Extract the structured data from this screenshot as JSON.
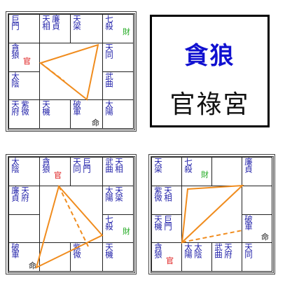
{
  "title": {
    "main": "貪狼",
    "sub": "官祿宮"
  },
  "colors": {
    "star_text": "#1f1fa8",
    "cai": "#22aa22",
    "guan": "#dd1111",
    "ming": "#111111",
    "triangle": "#f08c1e"
  },
  "charts": [
    {
      "id": "top",
      "cells": [
        {
          "stars": [
            "巨門"
          ]
        },
        {
          "stars": [
            "天相",
            "廉貞"
          ]
        },
        {
          "stars": [
            "天梁"
          ]
        },
        {
          "stars": [
            "七殺"
          ],
          "tag": {
            "kind": "cai",
            "text": "財"
          }
        },
        {
          "stars": [
            "貪狼"
          ],
          "tag": {
            "kind": "guan",
            "text": "官"
          }
        },
        null,
        null,
        {
          "stars": [
            "天同"
          ]
        },
        {
          "stars": [
            "太陰"
          ]
        },
        null,
        null,
        {
          "stars": [
            "武曲"
          ]
        },
        {
          "stars": [
            "天府",
            "紫微"
          ]
        },
        {
          "stars": [
            "天機"
          ]
        },
        {
          "stars": [
            "破軍"
          ],
          "tag": {
            "kind": "ming",
            "text": "命"
          }
        },
        {
          "stars": [
            "太陽"
          ]
        }
      ]
    },
    {
      "id": "bottom-left",
      "cells": [
        {
          "stars": [
            "太陰"
          ]
        },
        {
          "stars": [
            "貪狼"
          ],
          "tag": {
            "kind": "guan",
            "text": "官"
          }
        },
        {
          "stars": [
            "天同",
            "巨門"
          ]
        },
        {
          "stars": [
            "武曲",
            "天相"
          ]
        },
        {
          "stars": [
            "廉貞",
            "天府"
          ]
        },
        null,
        null,
        {
          "stars": [
            "太陽",
            "天梁"
          ]
        },
        null,
        null,
        null,
        {
          "stars": [
            "七殺"
          ],
          "tag": {
            "kind": "cai",
            "text": "財"
          }
        },
        {
          "stars": [
            "破軍"
          ],
          "tag": {
            "kind": "ming",
            "text": "命"
          }
        },
        null,
        {
          "stars": [
            "紫微"
          ]
        },
        {
          "stars": [
            "天機"
          ]
        }
      ]
    },
    {
      "id": "bottom-right",
      "cells": [
        {
          "stars": [
            "天梁"
          ]
        },
        {
          "stars": [
            "七殺"
          ],
          "tag": {
            "kind": "cai",
            "text": "財"
          }
        },
        null,
        {
          "stars": [
            "廉貞"
          ]
        },
        {
          "stars": [
            "紫微",
            "天相"
          ]
        },
        null,
        null,
        null,
        {
          "stars": [
            "天機",
            "巨門"
          ]
        },
        null,
        null,
        {
          "stars": [
            "破軍"
          ],
          "tag": {
            "kind": "ming",
            "text": "命"
          }
        },
        {
          "stars": [
            "貪狼"
          ],
          "tag": {
            "kind": "guan",
            "text": "官"
          }
        },
        {
          "stars": [
            "太陽",
            "太陰"
          ]
        },
        {
          "stars": [
            "武曲",
            "天府"
          ]
        },
        {
          "stars": [
            "天同"
          ]
        }
      ]
    }
  ]
}
